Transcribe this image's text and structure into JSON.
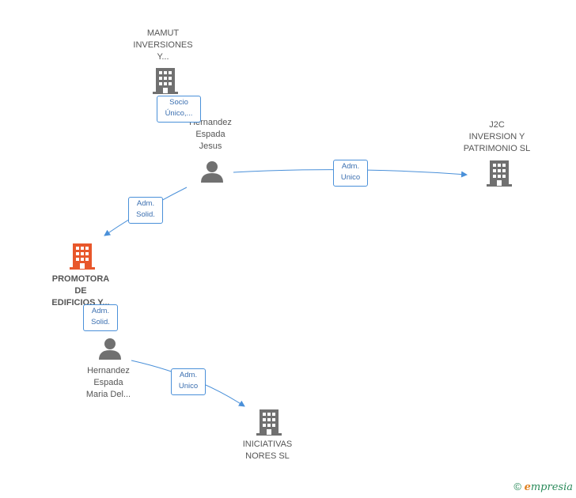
{
  "colors": {
    "company": "#707070",
    "focus_company": "#e8572b",
    "person": "#707070",
    "edge": "#4a90d9",
    "edge_label_text": "#3b6fb0"
  },
  "nodes": {
    "mamut": {
      "lines": [
        "MAMUT",
        "INVERSIONES",
        "Y..."
      ],
      "icon": "building-icon"
    },
    "hernandez_jesus": {
      "lines": [
        "Hernandez",
        "Espada",
        "Jesus"
      ],
      "icon": "person-icon"
    },
    "j2c": {
      "lines": [
        "J2C",
        "INVERSION Y",
        "PATRIMONIO SL"
      ],
      "icon": "building-icon"
    },
    "promotora": {
      "lines": [
        "PROMOTORA",
        "DE",
        "EDIFICIOS Y..."
      ],
      "icon": "building-icon"
    },
    "hernandez_maria": {
      "lines": [
        "Hernandez",
        "Espada",
        "Maria Del..."
      ],
      "icon": "person-icon"
    },
    "iniciativas": {
      "lines": [
        "INICIATIVAS",
        "NORES SL"
      ],
      "icon": "building-icon"
    }
  },
  "edges": {
    "socio": {
      "lines": [
        "Socio",
        "Único,..."
      ]
    },
    "adm_unico_1": {
      "lines": [
        "Adm.",
        "Unico"
      ]
    },
    "adm_solid_1": {
      "lines": [
        "Adm.",
        "Solid."
      ]
    },
    "adm_solid_2": {
      "lines": [
        "Adm.",
        "Solid."
      ]
    },
    "adm_unico_2": {
      "lines": [
        "Adm.",
        "Unico"
      ]
    }
  },
  "brand": {
    "copyright": "©",
    "e": "e",
    "rest": "mpresia"
  }
}
